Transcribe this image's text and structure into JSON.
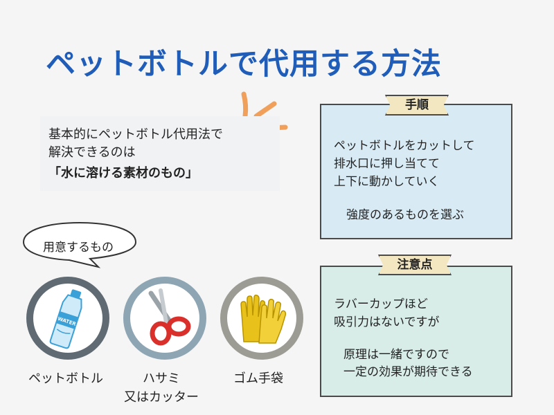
{
  "title": "ペットボトルで代用する方法",
  "intro": {
    "line1": "基本的にペットボトル代用法で",
    "line2": "解決できるのは",
    "highlight": "「水に溶ける素材のもの」"
  },
  "items_heading": "用意するもの",
  "items": [
    {
      "label": "ペットボトル",
      "icon": "water-bottle-icon",
      "bottle_text": "WATER"
    },
    {
      "label": "ハサミ",
      "label2": "又はカッター",
      "icon": "scissors-icon"
    },
    {
      "label": "ゴム手袋",
      "icon": "rubber-gloves-icon"
    }
  ],
  "steps": {
    "tag": "手順",
    "line1": "ペットボトルをカットして",
    "line2": "排水口に押し当てて",
    "line3": "上下に動かしていく",
    "line4": "強度のあるものを選ぶ"
  },
  "caution": {
    "tag": "注意点",
    "line1": "ラバーカップほど",
    "line2": "吸引力はないですが",
    "line3": "原理は一緒ですので",
    "line4": "一定の効果が期待できる"
  },
  "colors": {
    "title": "#1f5db8",
    "burst": "#f0a05a",
    "steps_bg": "#d8ebf5",
    "caution_bg": "#d8ece8",
    "tag_bg": "#f3e7c2",
    "scissors": "#d9302b",
    "gloves": "#e8c21a"
  }
}
